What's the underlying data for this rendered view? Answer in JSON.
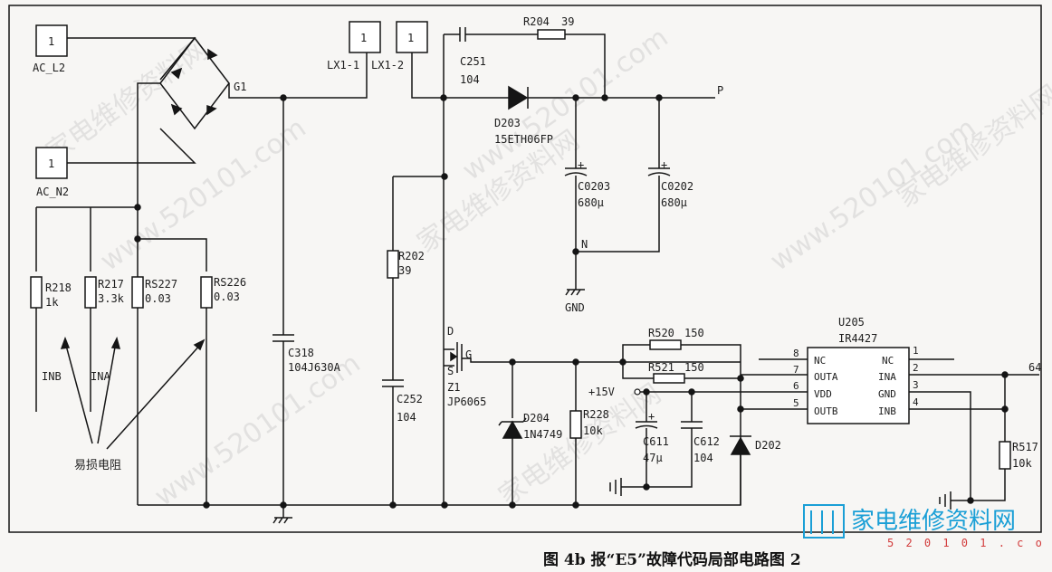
{
  "caption": "图 4b 报“E5”故障代码局部电路图 2",
  "watermark": {
    "text_cn": "家电维修资料网",
    "text_url": "www.520101.com"
  },
  "logo": {
    "text": "家电维修资料网",
    "url": "5 2 0 1 0 1 . c o m"
  },
  "terminals": {
    "ac_l2_num": "1",
    "ac_l2_label": "AC_L2",
    "ac_n2_num": "1",
    "ac_n2_label": "AC_N2",
    "lx1_1_num": "1",
    "lx1_1_label": "LX1-1",
    "lx1_2_num": "1",
    "lx1_2_label": "LX1-2"
  },
  "bridge": {
    "label": "G1"
  },
  "components": {
    "r218": "R218",
    "r218_v": "1k",
    "r217": "R217",
    "r217_v": "3.3k",
    "rs227": "RS227",
    "rs227_v": "0.03",
    "rs226": "RS226",
    "rs226_v": "0.03",
    "c318": "C318",
    "c318_v": "104J630A",
    "r202": "R202",
    "r202_v": "39",
    "c252": "C252",
    "c252_v": "104",
    "c251": "C251",
    "c251_v": "104",
    "r204": "R204",
    "r204_v": "39",
    "d203": "D203",
    "d203_v": "15ETH06FP",
    "c0203": "C0203",
    "c0203_v": "680μ",
    "c0202": "C0202",
    "c0202_v": "680μ",
    "z1": "Z1",
    "z1_v": "JP6065",
    "d204": "D204",
    "d204_v": "1N4749",
    "r228": "R228",
    "r228_v": "10k",
    "c611": "C611",
    "c611_v": "47μ",
    "c612": "C612",
    "c612_v": "104",
    "d202": "D202",
    "r520": "R520",
    "r520_v": "150",
    "r521": "R521",
    "r521_v": "150",
    "r517": "R517",
    "r517_v": "10k"
  },
  "nodes": {
    "p": "P",
    "n": "N",
    "gnd": "GND",
    "plus15": "+15V",
    "net64": "64",
    "ina": "INA",
    "inb": "INB",
    "mosfet_d": "D",
    "mosfet_g": "G",
    "mosfet_s": "S"
  },
  "ic": {
    "name": "U205",
    "part": "IR4427",
    "left_pins": [
      {
        "num": "8",
        "name": "NC"
      },
      {
        "num": "7",
        "name": "OUTA"
      },
      {
        "num": "6",
        "name": "VDD"
      },
      {
        "num": "5",
        "name": "OUTB"
      }
    ],
    "right_pins": [
      {
        "num": "1",
        "name": "NC"
      },
      {
        "num": "2",
        "name": "INA"
      },
      {
        "num": "3",
        "name": "GND"
      },
      {
        "num": "4",
        "name": "INB"
      }
    ]
  },
  "annotation": {
    "fragile_resistor": "易损电阻"
  }
}
